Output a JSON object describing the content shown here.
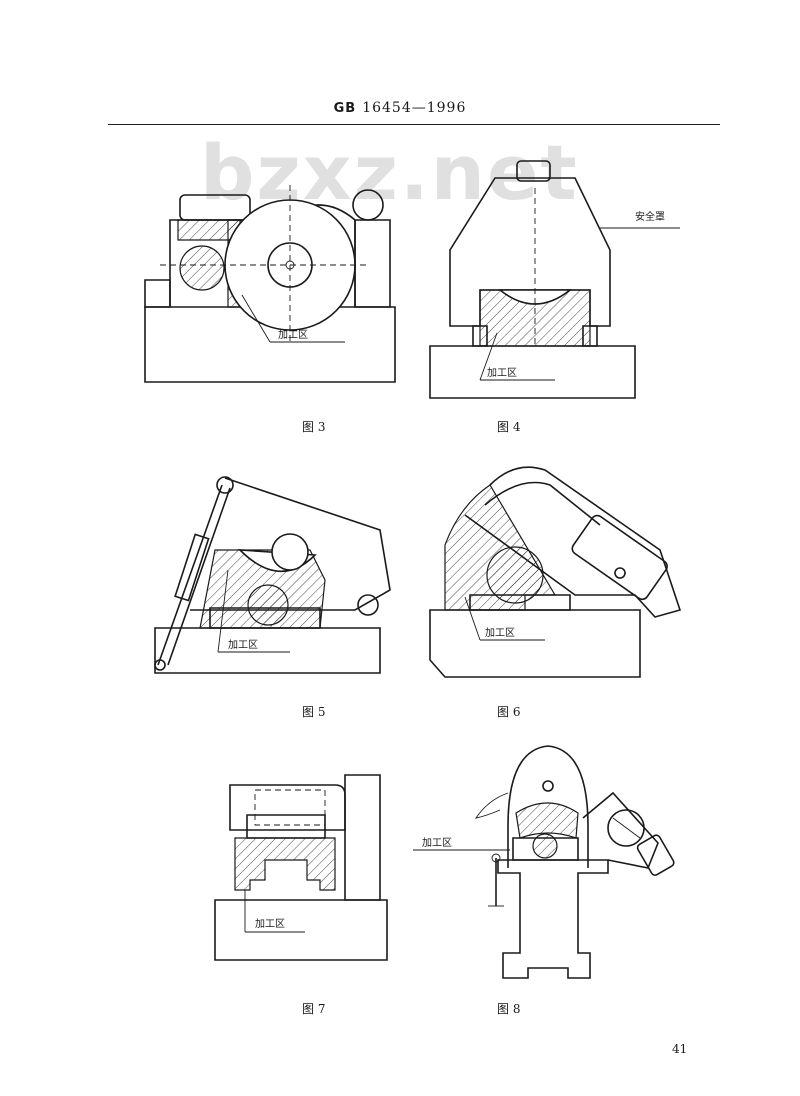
{
  "header": {
    "standard_prefix": "GB",
    "standard_number": "16454—1996"
  },
  "watermark": "bzxz.net",
  "area_label": "加工区",
  "guard_label": "安全罩",
  "captions": {
    "fig3": "图 3",
    "fig4": "图 4",
    "fig5": "图 5",
    "fig6": "图 6",
    "fig7": "图 7",
    "fig8": "图 8"
  },
  "page_number": "41"
}
